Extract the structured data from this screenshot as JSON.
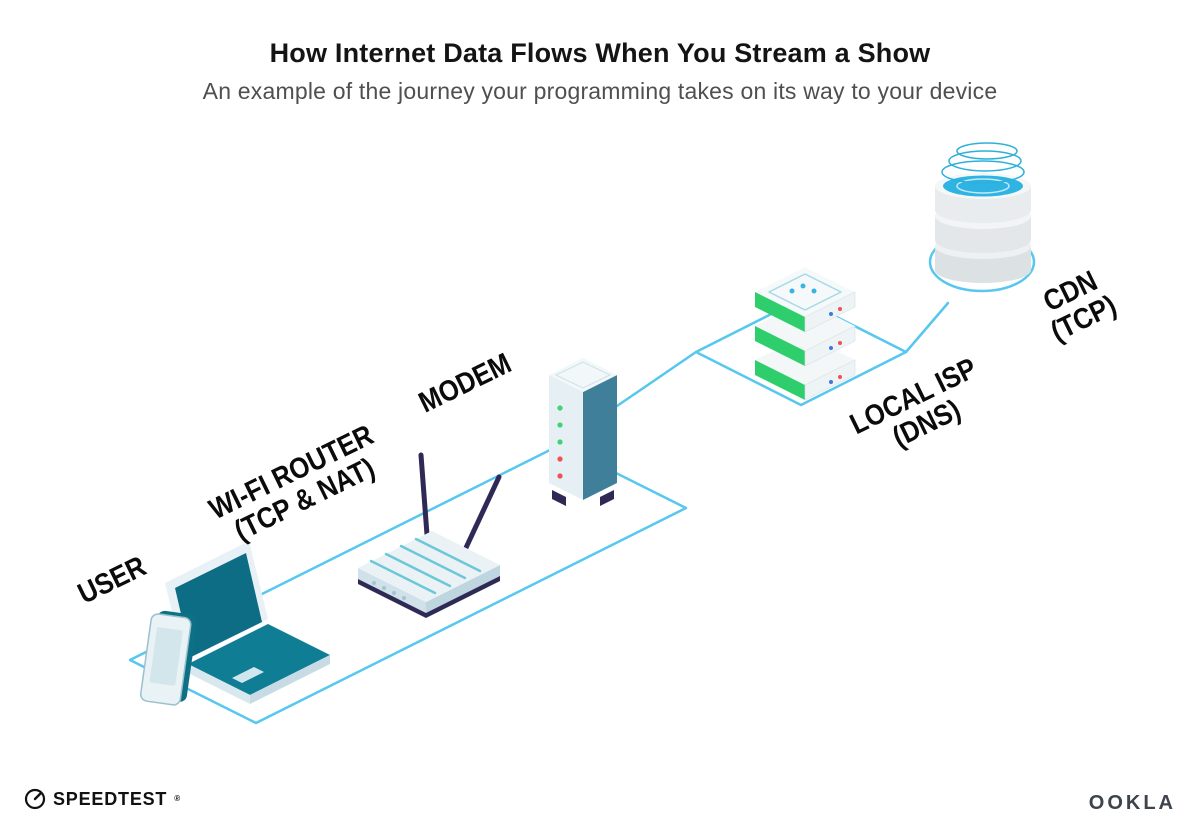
{
  "page": {
    "title": "How Internet Data Flows When You Stream a Show",
    "subtitle": "An example of the journey your programming takes on its way to your device"
  },
  "nodes": {
    "user": {
      "label": "USER"
    },
    "router": {
      "label": "WI-FI ROUTER",
      "sublabel": "(TCP & NAT)"
    },
    "modem": {
      "label": "MODEM"
    },
    "isp": {
      "label": "LOCAL ISP",
      "sublabel": "(DNS)"
    },
    "cdn": {
      "label": "CDN",
      "sublabel": "(TCP)"
    }
  },
  "colors": {
    "line": "#58c7ee",
    "device_teal": "#0d7186",
    "server_green": "#2fce6c",
    "data_blue": "#2fb3e3",
    "antenna_navy": "#2e2a55"
  },
  "footer": {
    "speedtest": "SPEEDTEST",
    "speedtest_mark": "®",
    "ookla": "OOKLA"
  }
}
